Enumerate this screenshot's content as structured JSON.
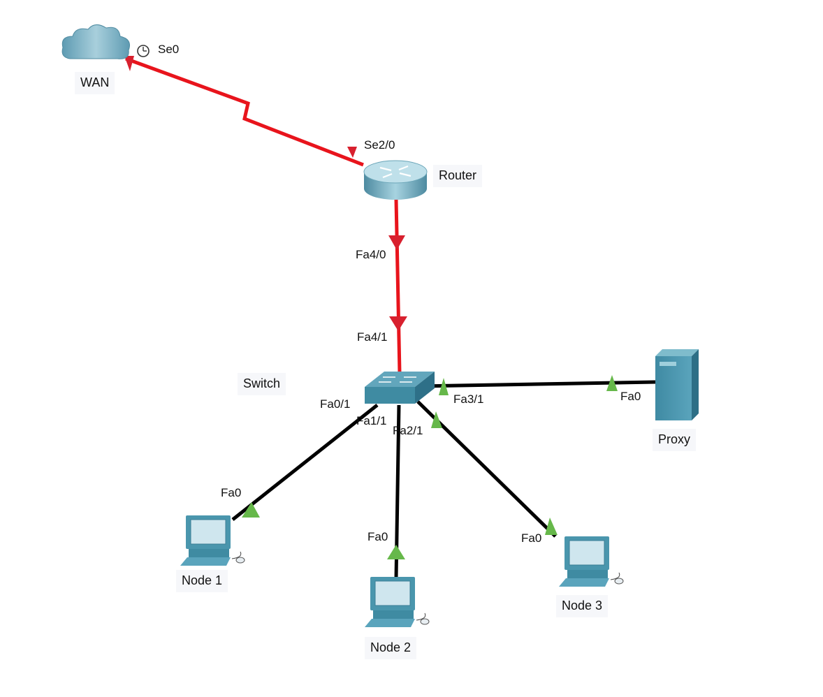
{
  "devices": {
    "wan": {
      "label": "WAN"
    },
    "router": {
      "label": "Router"
    },
    "switch": {
      "label": "Switch"
    },
    "proxy": {
      "label": "Proxy"
    },
    "node1": {
      "label": "Node 1"
    },
    "node2": {
      "label": "Node 2"
    },
    "node3": {
      "label": "Node 3"
    }
  },
  "ports": {
    "wan_se0": "Se0",
    "router_se20": "Se2/0",
    "router_fa40": "Fa4/0",
    "switch_fa41": "Fa4/1",
    "switch_fa01": "Fa0/1",
    "switch_fa11": "Fa1/1",
    "switch_fa21": "Fa2/1",
    "switch_fa31": "Fa3/1",
    "proxy_fa0": "Fa0",
    "node1_fa0": "Fa0",
    "node2_fa0": "Fa0",
    "node3_fa0": "Fa0"
  },
  "links": [
    {
      "from": "WAN",
      "to": "Router",
      "type": "serial",
      "status": "down"
    },
    {
      "from": "Router",
      "to": "Switch",
      "type": "copper",
      "status": "down"
    },
    {
      "from": "Switch",
      "to": "Proxy",
      "type": "copper",
      "status": "up"
    },
    {
      "from": "Switch",
      "to": "Node 1",
      "type": "copper",
      "status": "up"
    },
    {
      "from": "Switch",
      "to": "Node 2",
      "type": "copper",
      "status": "up"
    },
    {
      "from": "Switch",
      "to": "Node 3",
      "type": "copper",
      "status": "up"
    }
  ],
  "colors": {
    "link_down": "#e8141c",
    "link_up": "#000000",
    "indicator_down": "#d8202e",
    "indicator_up": "#66b84a",
    "device_teal": "#4a96ad",
    "label_bg": "#f6f7fa"
  },
  "icons": {
    "wan": "cloud-icon",
    "router": "router-icon",
    "switch": "switch-icon",
    "proxy": "server-icon",
    "nodes": "pc-icon",
    "clock": "clock-icon"
  }
}
